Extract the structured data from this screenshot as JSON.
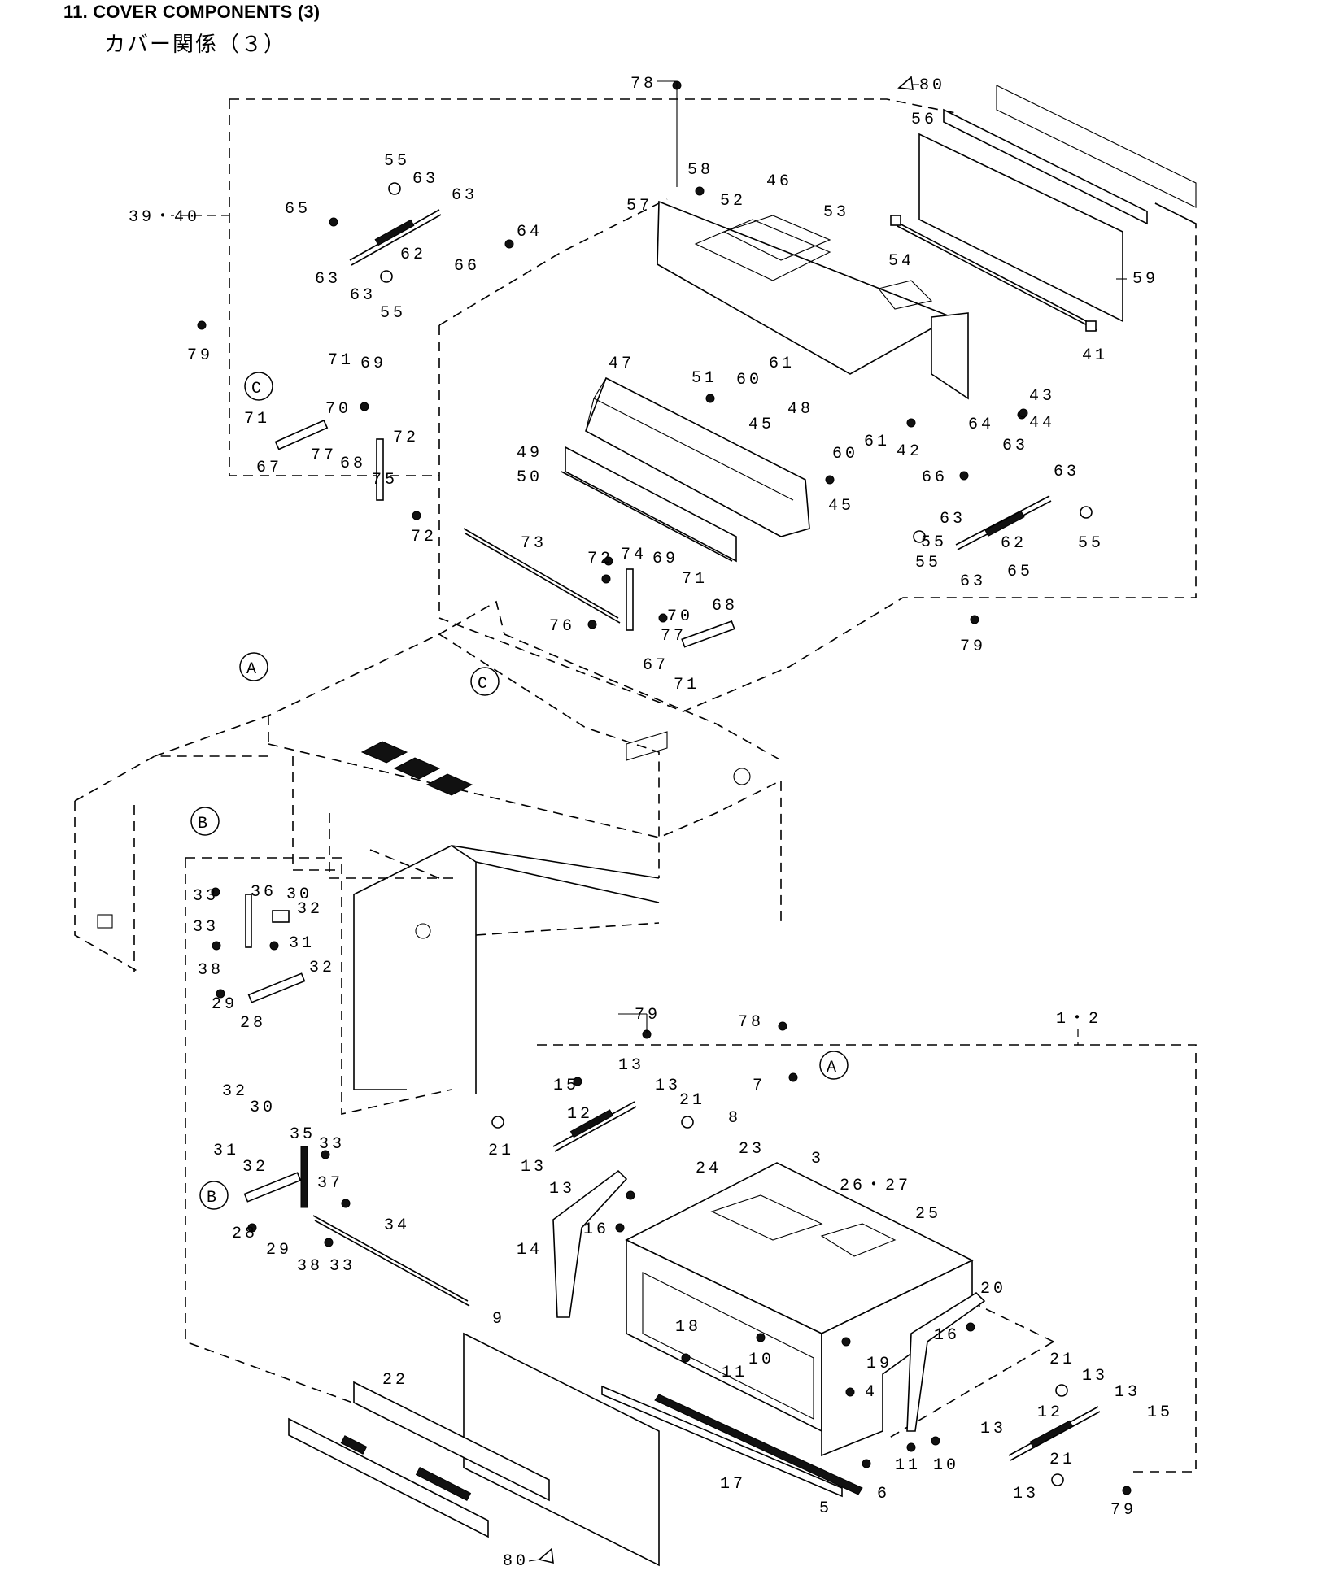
{
  "header": {
    "title": "11. COVER COMPONENTS (3)",
    "subtitle": "カバー関係（３）"
  },
  "callouts": [
    "A",
    "B",
    "C"
  ],
  "part_labels": [
    "78",
    "80",
    "56",
    "55",
    "63",
    "63",
    "58",
    "46",
    "39・40",
    "65",
    "57",
    "52",
    "53",
    "64",
    "62",
    "66",
    "54",
    "59",
    "63",
    "63",
    "55",
    "79",
    "41",
    "71",
    "69",
    "47",
    "51",
    "60",
    "61",
    "43",
    "70",
    "48",
    "44",
    "71",
    "45",
    "64",
    "72",
    "49",
    "60",
    "61",
    "42",
    "67",
    "77",
    "68",
    "63",
    "66",
    "75",
    "50",
    "45",
    "63",
    "63",
    "72",
    "55",
    "62",
    "55",
    "73",
    "72",
    "74",
    "69",
    "55",
    "63",
    "65",
    "71",
    "70",
    "68",
    "76",
    "79",
    "77",
    "67",
    "71",
    "36",
    "30",
    "33",
    "32",
    "33",
    "31",
    "38",
    "32",
    "29",
    "28",
    "79",
    "78",
    "1・2",
    "13",
    "15",
    "13",
    "7",
    "21",
    "32",
    "30",
    "12",
    "8",
    "35",
    "31",
    "33",
    "21",
    "23",
    "32",
    "13",
    "3",
    "26・27",
    "37",
    "13",
    "24",
    "25",
    "14",
    "16",
    "28",
    "29",
    "38",
    "33",
    "34",
    "20",
    "9",
    "16",
    "18",
    "19",
    "11",
    "10",
    "22",
    "4",
    "21",
    "13",
    "13",
    "12",
    "15",
    "13",
    "21",
    "11",
    "10",
    "17",
    "5",
    "6",
    "13",
    "79",
    "80"
  ]
}
